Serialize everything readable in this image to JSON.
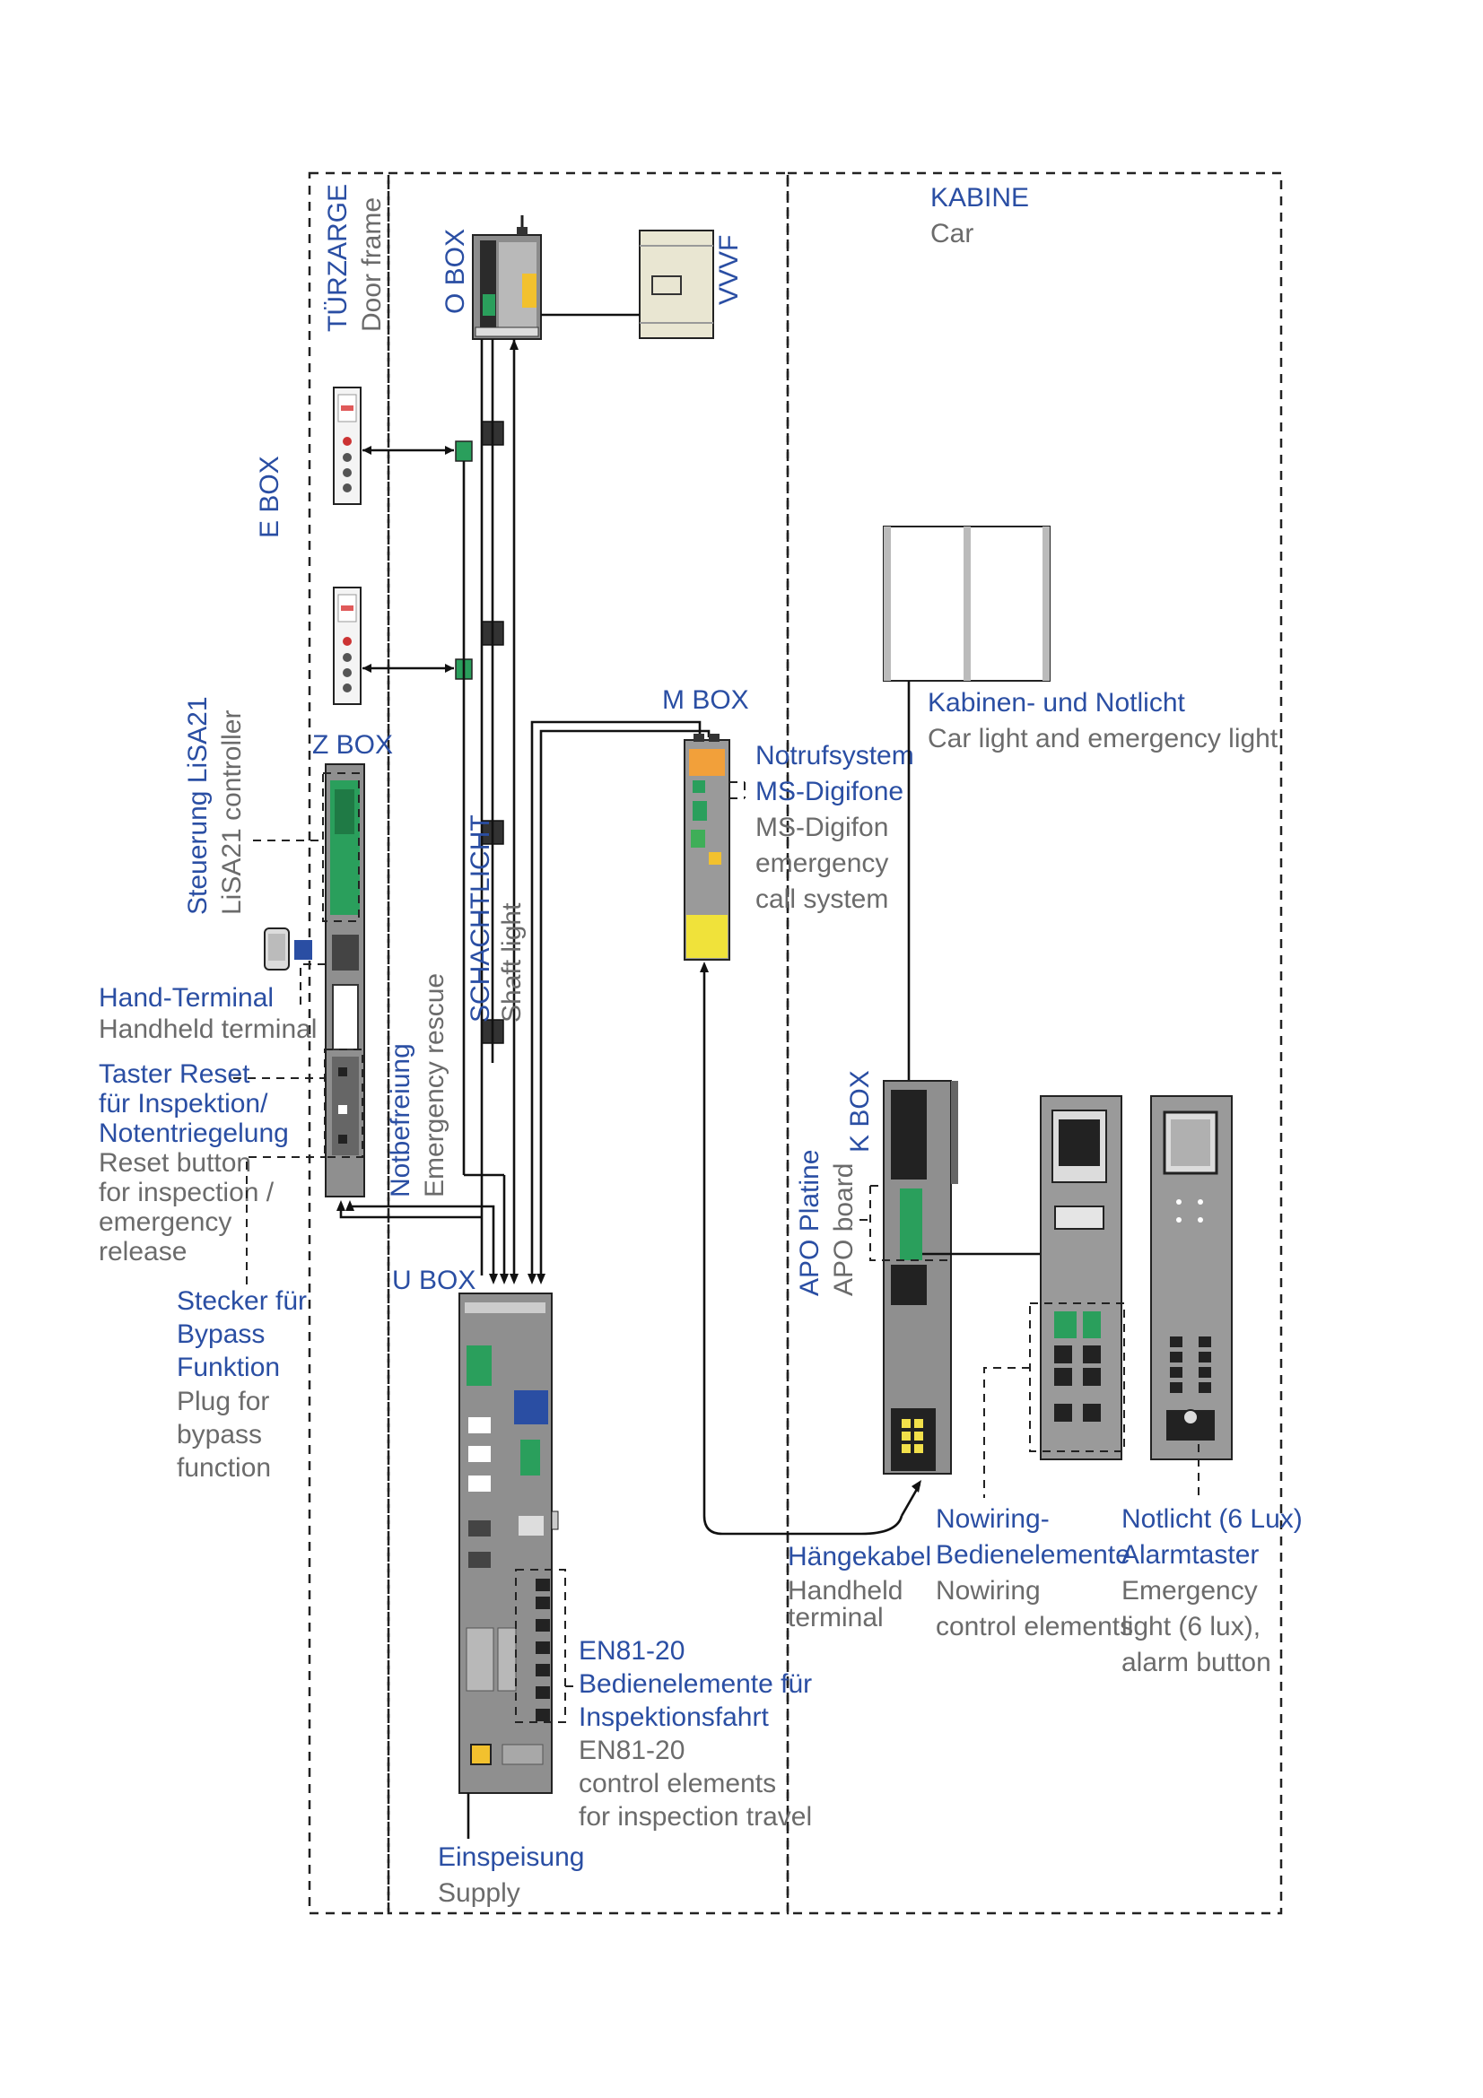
{
  "sections": {
    "tuerzarge": {
      "de": "TÜRZARGE",
      "en": "Door frame"
    },
    "kabine": {
      "de": "KABINE",
      "en": "Car"
    }
  },
  "labels": {
    "o_box": "O BOX",
    "vvvf": "VVVF",
    "e_box": "E BOX",
    "m_box": "M BOX",
    "z_box": "Z BOX",
    "u_box": "U BOX",
    "k_box": "K BOX"
  },
  "lisa21": {
    "de": "Steuerung LiSA21",
    "en": "LiSA21 controller"
  },
  "hand_terminal": {
    "de": "Hand-Terminal",
    "en": "Handheld terminal"
  },
  "taster_reset": {
    "de": [
      "Taster Reset",
      "für Inspektion/",
      "Notentriegelung"
    ],
    "en": [
      "Reset button",
      "for inspection /",
      "emergency",
      "release"
    ]
  },
  "bypass": {
    "de": [
      "Stecker für",
      "Bypass",
      "Funktion"
    ],
    "en": [
      "Plug for",
      "bypass",
      "function"
    ]
  },
  "notbefreiung": {
    "de": "Notbefreiung",
    "en": "Emergency rescue"
  },
  "schachtlicht": {
    "de": "SCHACHTLICHT",
    "en": "Shaft light"
  },
  "notrufsystem": {
    "de": [
      "Notrufsystem",
      "MS-Digifone"
    ],
    "en": [
      "MS-Digifon",
      "emergency",
      "call system"
    ]
  },
  "kabinenlicht": {
    "de": "Kabinen- und Notlicht",
    "en": "Car light and emergency light"
  },
  "apo": {
    "de": "APO Platine",
    "en": "APO board"
  },
  "haengekabel": {
    "de": "Hängekabel",
    "en": [
      "Handheld",
      "terminal"
    ]
  },
  "nowiring": {
    "de": [
      "Nowiring-",
      "Bedienelemente"
    ],
    "en": [
      "Nowiring",
      "control elements"
    ]
  },
  "notlicht": {
    "de": [
      "Notlicht (6 Lux)",
      "Alarmtaster"
    ],
    "en": [
      "Emergency",
      "light (6 lux),",
      "alarm button"
    ]
  },
  "en81": {
    "de": [
      "EN81-20",
      "Bedienelemente für",
      "Inspektionsfahrt"
    ],
    "en": [
      "EN81-20",
      "control elements",
      "for inspection travel"
    ]
  },
  "einspeisung": {
    "de": "Einspeisung",
    "en": "Supply"
  }
}
